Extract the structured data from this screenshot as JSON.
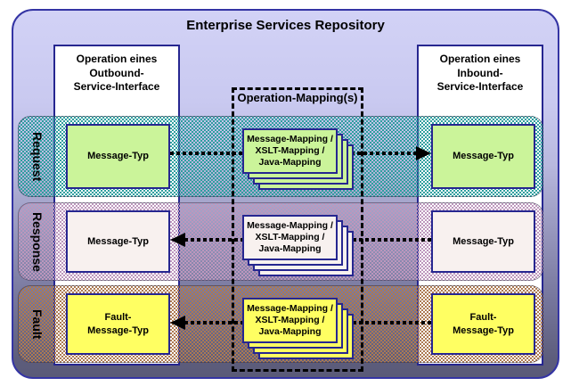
{
  "title": "Enterprise Services Repository",
  "columns": {
    "left": {
      "title": "Operation eines\nOutbound-\nService-Interface"
    },
    "right": {
      "title": "Operation eines\nInbound-\nService-Interface"
    }
  },
  "mapping_box": {
    "label": "Operation-Mapping(s)"
  },
  "lanes": [
    {
      "label": "Request",
      "color": "#2f9f9f",
      "box_fill": "#cbf49a",
      "left_box": "Message-Typ",
      "right_box": "Message-Typ",
      "stack_label": "Message-Mapping /\nXSLT-Mapping /\nJava-Mapping",
      "arrow_direction": "right"
    },
    {
      "label": "Response",
      "color": "#bd97bd",
      "box_fill": "#f8f1ef",
      "left_box": "Message-Typ",
      "right_box": "Message-Typ",
      "stack_label": "Message-Mapping /\nXSLT-Mapping /\nJava-Mapping",
      "arrow_direction": "left"
    },
    {
      "label": "Fault",
      "color": "#ad7a52",
      "box_fill": "#ffff62",
      "left_box": "Fault-\nMessage-Typ",
      "right_box": "Fault-\nMessage-Typ",
      "stack_label": "Message-Mapping /\nXSLT-Mapping /\nJava-Mapping",
      "arrow_direction": "left"
    }
  ],
  "colors": {
    "outer_border": "#3434a4",
    "background_top": "#d2d2f6",
    "background_bottom": "#5a5a78",
    "box_border": "#262690",
    "arrow": "#000000",
    "text": "#000000"
  }
}
